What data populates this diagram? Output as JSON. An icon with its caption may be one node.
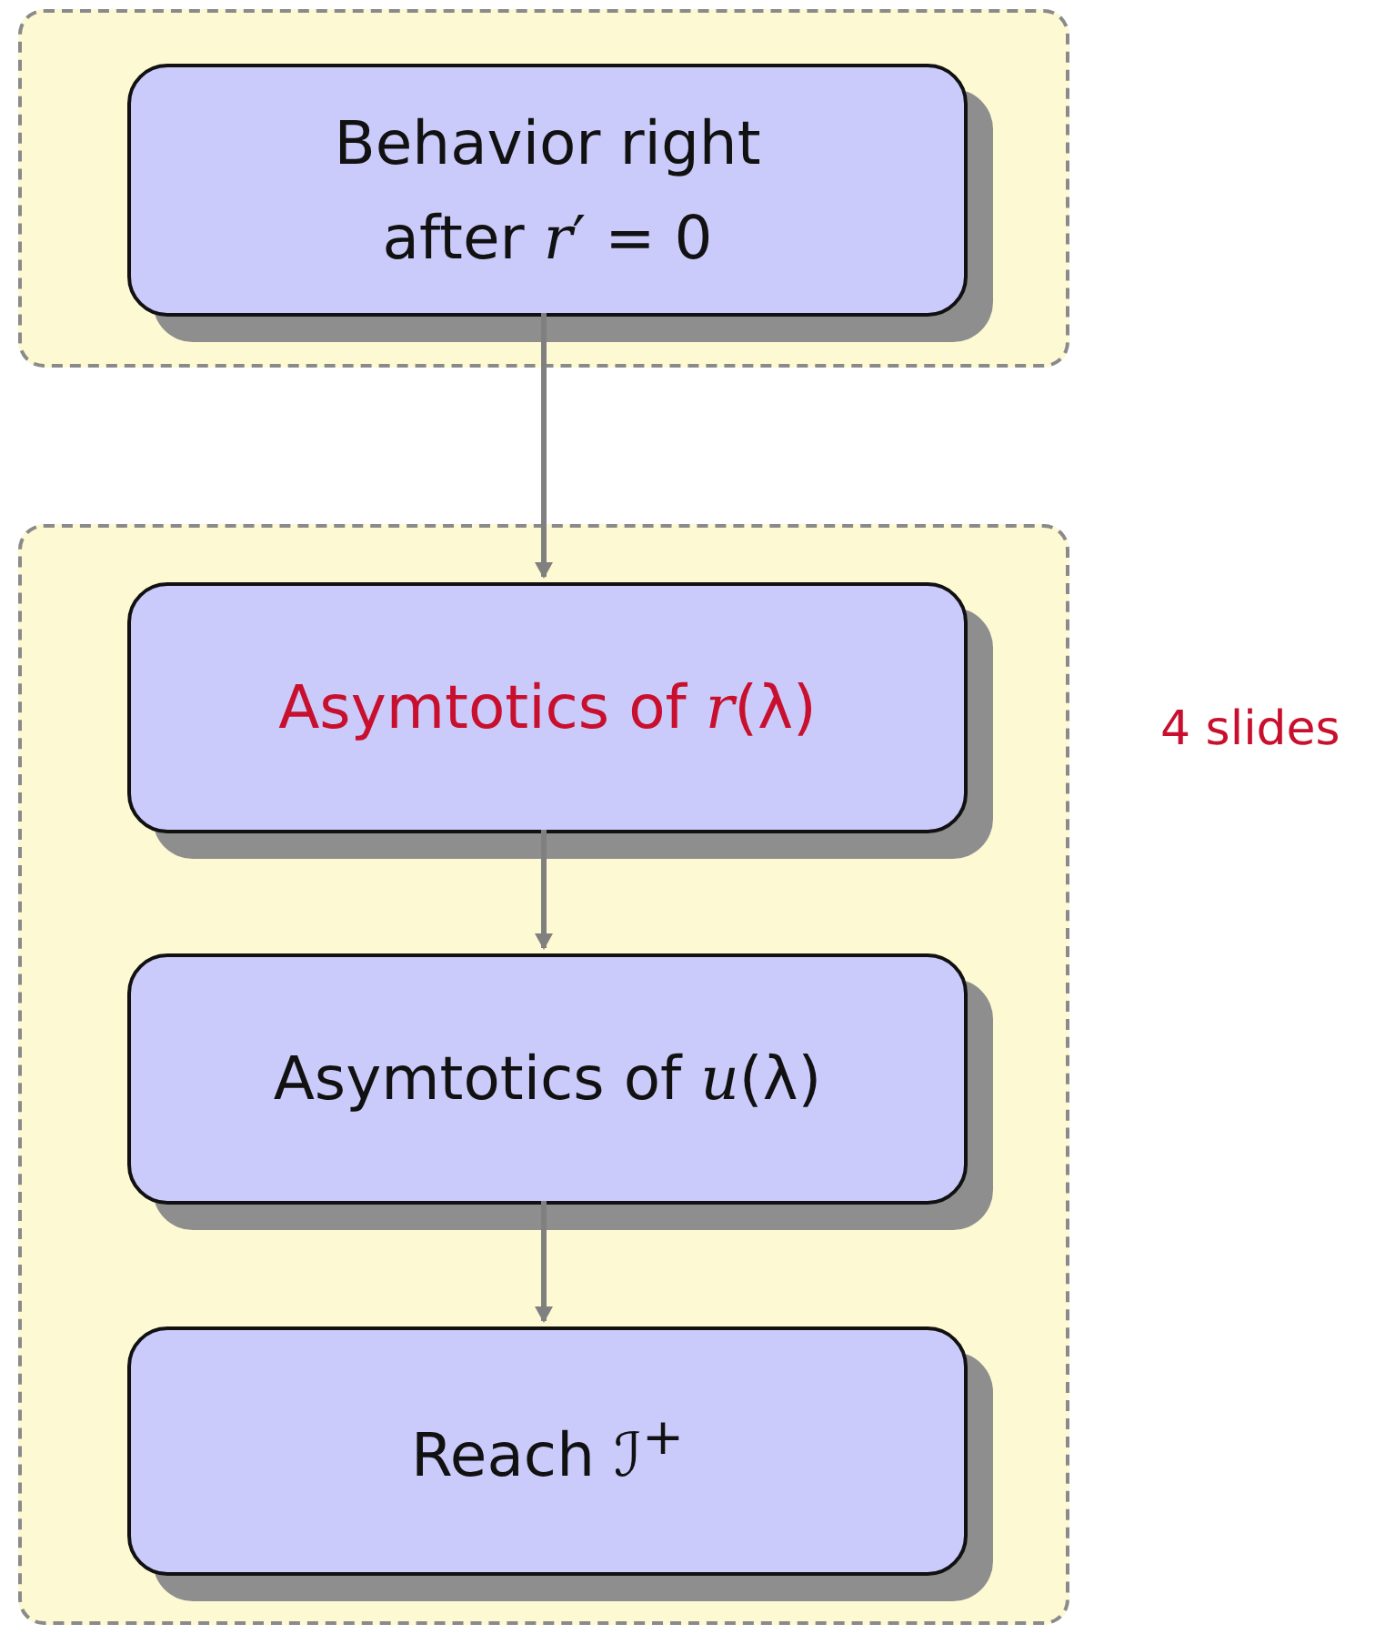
{
  "diagram": {
    "nodes": [
      {
        "text": [],
        "shape": "box"
      },
      {
        "text": [
          "Behavior right after *r*′ = 0"
        ],
        "in": 0
      },
      {
        "text": [],
        "shape": "box"
      },
      {
        "text": [
          "Asymtotics of *r*(λ)"
        ],
        "in": 2
      },
      {
        "text": [
          "Asymtotics of *u*(λ)"
        ],
        "in": 2
      },
      {
        "text": [
          "Reach ℐ$^{+}$"
        ],
        "in": 2
      }
    ],
    "edges": [
      {
        "from": 1,
        "to": 3,
        "arrow": "to"
      },
      {
        "from": 3,
        "to": 4,
        "arrow": "to"
      },
      {
        "from": 4,
        "to": 5,
        "arrow": "to"
      }
    ],
    "labels": [
      "4 slides"
    ]
  }
}
